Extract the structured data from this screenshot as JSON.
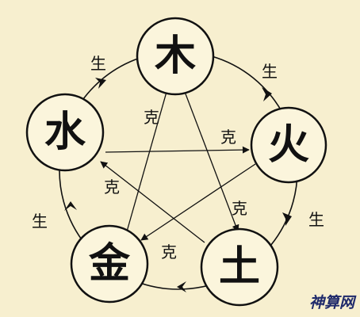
{
  "colors": {
    "background": "#f7efcf",
    "circle_fill": "#fbf5dc",
    "ink": "#111111",
    "watermark": "#1f2a6b"
  },
  "elements": {
    "wood": "木",
    "fire": "火",
    "earth": "土",
    "metal": "金",
    "water": "水"
  },
  "generating_label": "生",
  "overcoming_label": "克",
  "watermark": "神算网"
}
